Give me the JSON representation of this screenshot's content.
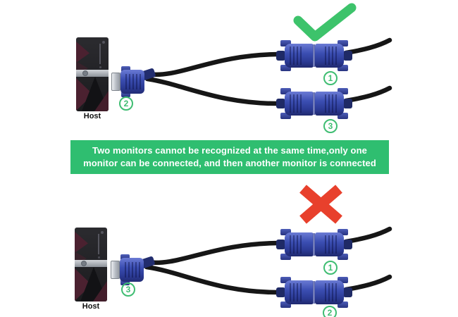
{
  "banner": {
    "line1": "Two monitors cannot be recognized at the same time,only one",
    "line2": "monitor can be connected, and then another monitor is connected"
  },
  "sections": {
    "correct": {
      "host_label": "Host",
      "host_plug_number": "2",
      "pair_top_number": "1",
      "pair_bottom_number": "3",
      "status_icon": "check-icon"
    },
    "wrong": {
      "host_label": "Host",
      "host_plug_number": "3",
      "pair_top_number": "1",
      "pair_bottom_number": "2",
      "status_icon": "x-icon"
    }
  },
  "colors": {
    "banner_green": "#2fbe70",
    "banner_text": "#ffffff",
    "check_green": "#3dc36b",
    "cross_red": "#e8402c",
    "label_green": "#3fbd72",
    "connector_blue": "#3b4eb2",
    "cable_black": "#161616"
  }
}
